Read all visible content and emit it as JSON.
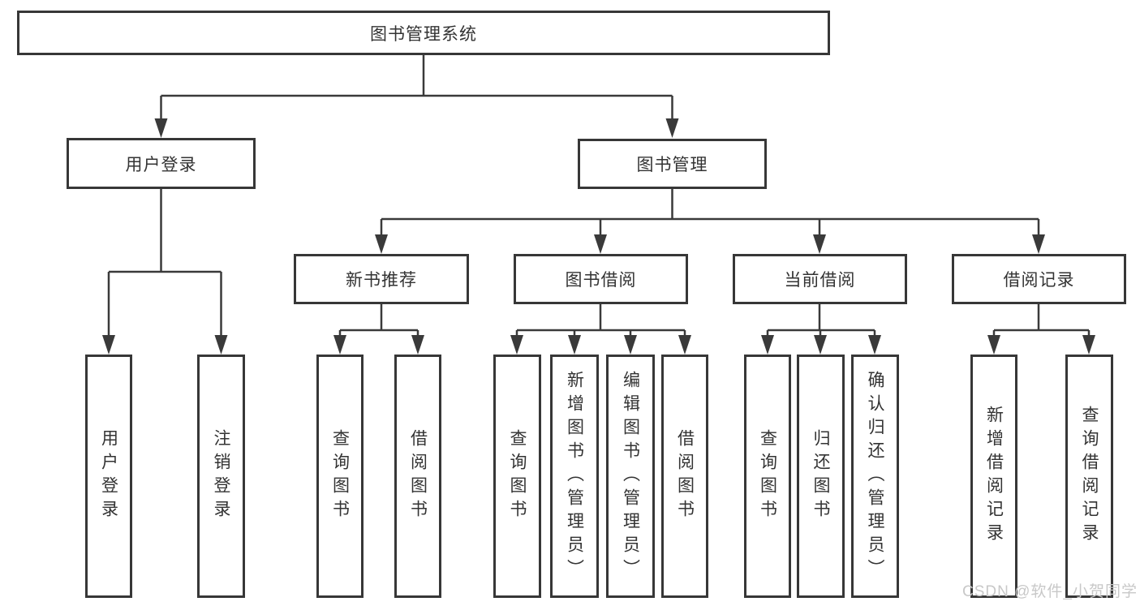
{
  "diagram": {
    "root": "图书管理系统",
    "level2": {
      "user_login": "用户登录",
      "book_mgmt": "图书管理"
    },
    "level3": {
      "new_books": "新书推荐",
      "book_borrow": "图书借阅",
      "current_borrow": "当前借阅",
      "borrow_records": "借阅记录"
    },
    "leaves": {
      "user_login": [
        "用户登录",
        "注销登录"
      ],
      "new_books": [
        "查询图书",
        "借阅图书"
      ],
      "book_borrow": [
        "查询图书",
        "新增图书（管理员）",
        "编辑图书（管理员）",
        "借阅图书"
      ],
      "current_borrow": [
        "查询图书",
        "归还图书",
        "确认归还（管理员）"
      ],
      "borrow_records": [
        "新增借阅记录",
        "查询借阅记录"
      ]
    }
  },
  "watermark": "CSDN @软件_小贺同学",
  "colors": {
    "line": "#3a3a3a",
    "border": "#373737",
    "text": "#333333",
    "watermark": "#c8c8c8",
    "background": "#ffffff"
  }
}
